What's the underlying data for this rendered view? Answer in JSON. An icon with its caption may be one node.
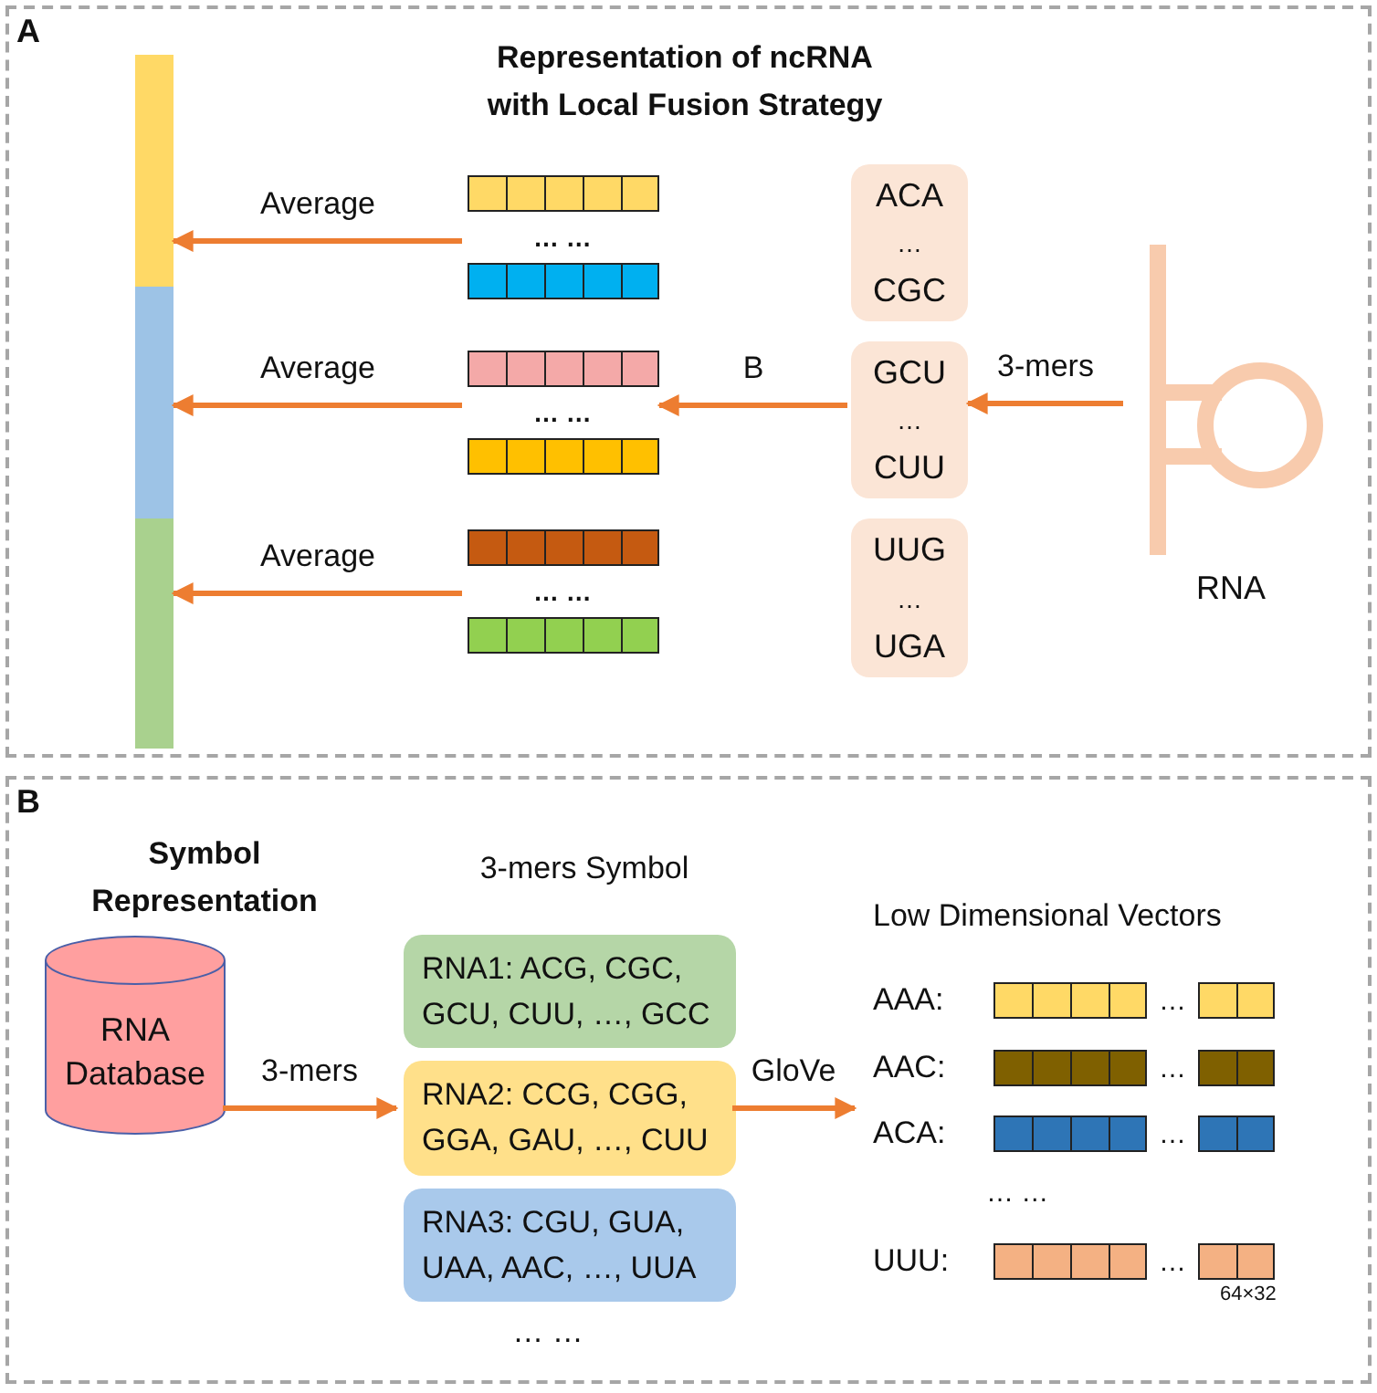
{
  "diagram": {
    "nodes": [
      {
        "text": [
          "A",
          "Representation of ncRNA with Local Fusion Strategy"
        ]
      },
      {
        "text": [],
        "shape": "bar",
        "in": 0
      },
      {
        "text": [],
        "shape": "bar",
        "in": 0
      },
      {
        "text": [],
        "shape": "bar",
        "in": 0
      },
      {
        "text": [
          "… …"
        ],
        "in": 0
      },
      {
        "text": [
          "… …"
        ],
        "in": 0
      },
      {
        "text": [
          "… …"
        ],
        "in": 0
      },
      {
        "text": [
          "ACA",
          "…",
          "CGC"
        ],
        "in": 0
      },
      {
        "text": [
          "GCU",
          "…",
          "CUU"
        ],
        "in": 0
      },
      {
        "text": [
          "UUG",
          "…",
          "UGA"
        ],
        "in": 0
      },
      {
        "text": [
          "RNA"
        ],
        "in": 0
      },
      {
        "text": [
          "B",
          "Symbol Representation"
        ]
      },
      {
        "text": [
          "RNA Database"
        ],
        "in": 11
      },
      {
        "text": [
          "RNA1: ACG, CGC, GCU, CUU, …, GCC"
        ],
        "in": 11
      },
      {
        "text": [
          "RNA2: CCG, CGG, GGA, GAU, …, CUU"
        ],
        "in": 11
      },
      {
        "text": [
          "RNA3: CGU, GUA, UAA, AAC, …, UUA"
        ],
        "in": 11
      },
      {
        "text": [
          "Low Dimensional Vectors",
          "… …"
        ],
        "in": 11,
        "beside": [
          "64×32"
        ]
      },
      {
        "text": [
          "AAA:",
          "…"
        ],
        "in": 16
      },
      {
        "text": [
          "AAC:",
          "…"
        ],
        "in": 16
      },
      {
        "text": [
          "ACA:",
          "…"
        ],
        "in": 16
      },
      {
        "text": [
          "UUU:",
          "…"
        ],
        "in": 16
      }
    ],
    "edges": [
      {
        "from": 4,
        "to": 1,
        "arrow": "to",
        "label": "Average"
      },
      {
        "from": 5,
        "to": 2,
        "arrow": "to",
        "label": "Average"
      },
      {
        "from": 6,
        "to": 3,
        "arrow": "to",
        "label": "Average"
      },
      {
        "from": 8,
        "to": 5,
        "arrow": "to",
        "label": "B"
      },
      {
        "from": 10,
        "to": 8,
        "arrow": "to",
        "label": "3-mers"
      },
      {
        "from": 12,
        "to": 14,
        "arrow": "to",
        "label": "3-mers"
      },
      {
        "from": 14,
        "to": 16,
        "arrow": "to",
        "label": "GloVe"
      }
    ],
    "labels": [
      "3-mers Symbol",
      "… …"
    ]
  }
}
